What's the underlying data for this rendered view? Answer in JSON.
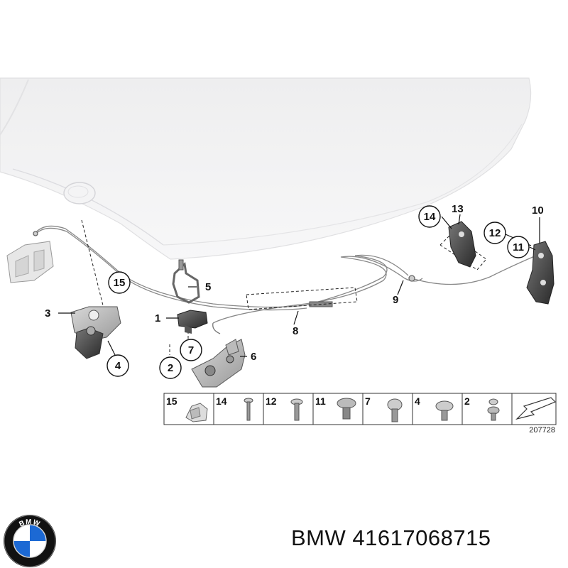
{
  "callouts": [
    {
      "label": "1"
    },
    {
      "label": "2"
    },
    {
      "label": "3"
    },
    {
      "label": "4"
    },
    {
      "label": "5"
    },
    {
      "label": "6"
    },
    {
      "label": "7"
    },
    {
      "label": "8"
    },
    {
      "label": "9"
    },
    {
      "label": "10"
    },
    {
      "label": "11"
    },
    {
      "label": "12"
    },
    {
      "label": "13"
    },
    {
      "label": "14"
    },
    {
      "label": "15"
    }
  ],
  "legend": [
    "15",
    "14",
    "12",
    "11",
    "7",
    "4",
    "2"
  ],
  "reference_number": "207728",
  "caption": {
    "brand": "BMW",
    "part_number": "41617068715"
  },
  "logo": {
    "text": "BMW",
    "colors": {
      "ring": "#111111",
      "blue": "#1c69d4",
      "white": "#ffffff"
    }
  }
}
